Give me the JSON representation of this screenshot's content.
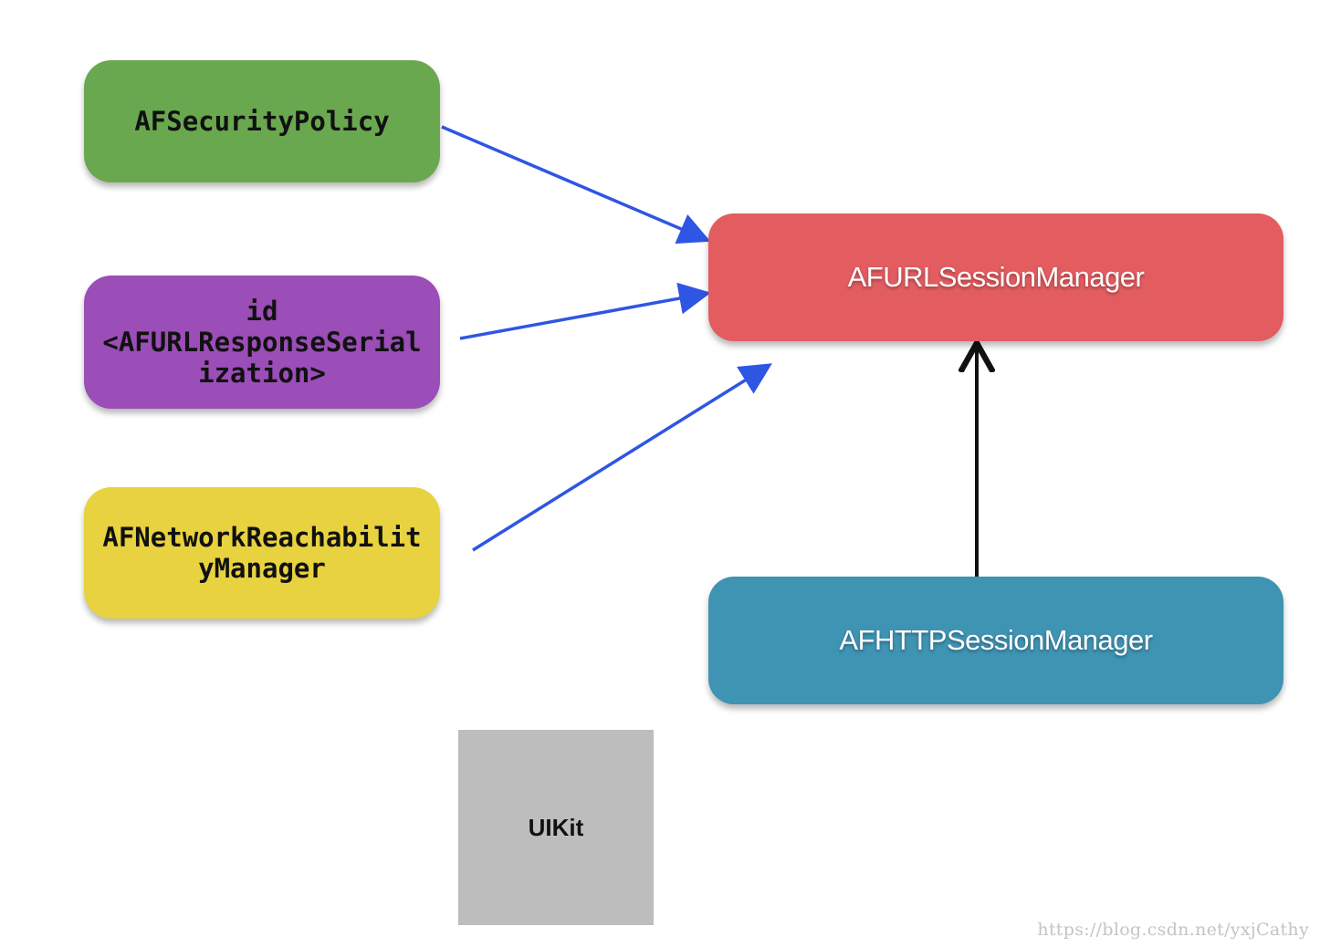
{
  "nodes": {
    "security_policy": {
      "label": "AFSecurityPolicy",
      "color": "#6aa84f"
    },
    "response_serialization": {
      "label": "id\n<AFURLResponseSerial\nization>",
      "color": "#9b4db8"
    },
    "network_reachability": {
      "label": "AFNetworkReachabilit\nyManager",
      "color": "#e8d23f"
    },
    "url_session_manager": {
      "label": "AFURLSessionManager",
      "color": "#e25c60"
    },
    "http_session_manager": {
      "label": "AFHTTPSessionManager",
      "color": "#3f93b3"
    },
    "uikit": {
      "label": "UIKit",
      "color": "#bdbdbd"
    }
  },
  "edges": [
    {
      "from": "AFSecurityPolicy",
      "to": "AFURLSessionManager",
      "color": "#2f55e4"
    },
    {
      "from": "id <AFURLResponseSerialization>",
      "to": "AFURLSessionManager",
      "color": "#2f55e4"
    },
    {
      "from": "AFNetworkReachabilityManager",
      "to": "AFURLSessionManager",
      "color": "#2f55e4"
    },
    {
      "from": "AFHTTPSessionManager",
      "to": "AFURLSessionManager",
      "color": "#111111"
    }
  ],
  "watermark": "https://blog.csdn.net/yxjCathy"
}
